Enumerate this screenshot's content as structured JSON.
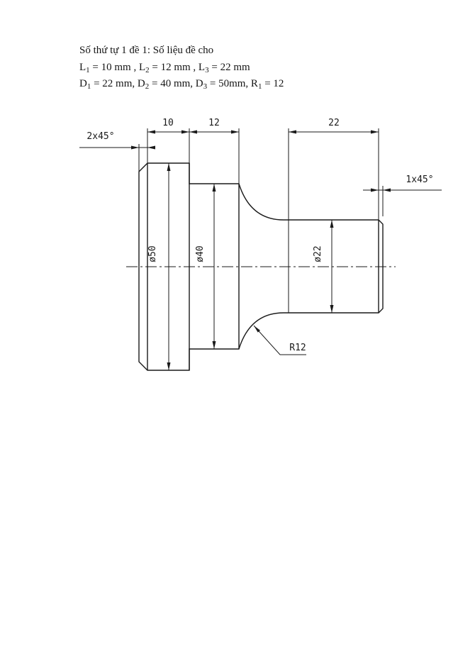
{
  "colors": {
    "ink": "#1a1a1a",
    "background": "#ffffff"
  },
  "title_block": {
    "line1": "Số thứ tự 1 đề 1: Số liệu đề cho",
    "line2": [
      {
        "text": "L"
      },
      {
        "text": "1",
        "sub": true
      },
      {
        "text": " = 10 mm , L"
      },
      {
        "text": "2",
        "sub": true
      },
      {
        "text": " = 12 mm , L"
      },
      {
        "text": "3",
        "sub": true
      },
      {
        "text": " = 22 mm"
      }
    ],
    "line3": [
      {
        "text": "D"
      },
      {
        "text": "1",
        "sub": true
      },
      {
        "text": " = 22 mm, D"
      },
      {
        "text": "2",
        "sub": true
      },
      {
        "text": " = 40 mm, D"
      },
      {
        "text": "3",
        "sub": true
      },
      {
        "text": " = 50mm, R"
      },
      {
        "text": "1",
        "sub": true
      },
      {
        "text": " = 12"
      }
    ]
  },
  "drawing": {
    "length_dims": [
      {
        "label": "10"
      },
      {
        "label": "12"
      },
      {
        "label": "22"
      }
    ],
    "diameter_dims": [
      {
        "label": "ø50"
      },
      {
        "label": "ø40"
      },
      {
        "label": "ø22"
      }
    ],
    "chamfer_left": "2x45°",
    "chamfer_right": "1x45°",
    "fillet_radius": "R12"
  }
}
